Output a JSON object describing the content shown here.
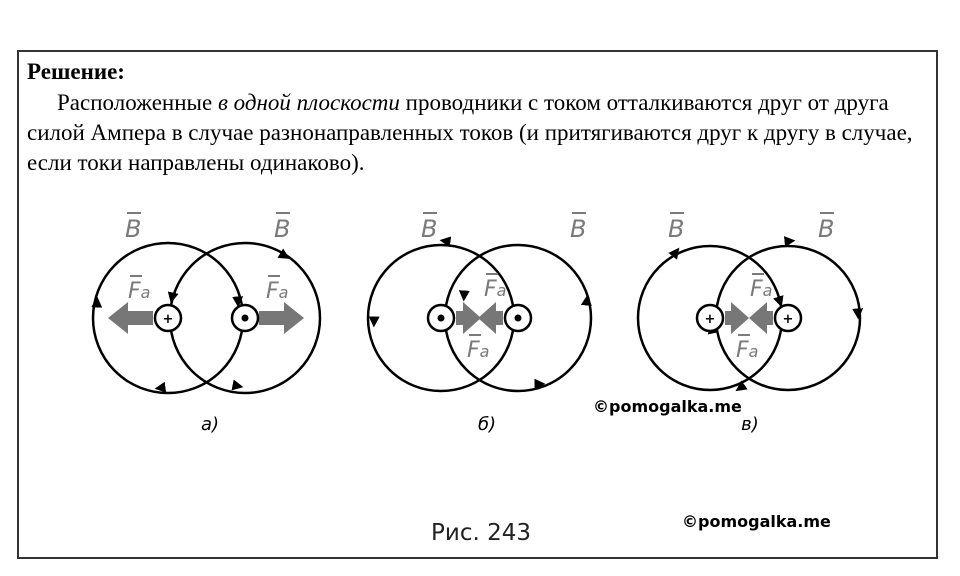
{
  "solution": {
    "heading": "Решение:",
    "text_part1": "Расположенные ",
    "text_italic": "в одной плоскости",
    "text_part2": " проводники с током отталкиваются друг от друга силой Ампера в случае разнонаправленных токов (и притягиваются друг к другу в случае, если токи направлены одинаково)."
  },
  "figure": {
    "field_symbol": "B",
    "force_symbol": "F",
    "force_subscript": "a",
    "current_out_symbol": "•",
    "current_in_symbol": "+",
    "panels": [
      {
        "caption": "а)",
        "left_current": "in",
        "right_current": "out",
        "forces": "repel"
      },
      {
        "caption": "б)",
        "left_current": "out",
        "right_current": "out",
        "forces": "attract"
      },
      {
        "caption": "в)",
        "left_current": "in",
        "right_current": "in",
        "forces": "attract"
      }
    ],
    "figure_caption": "Рис. 243",
    "watermark_inner": "©pomogalka.me",
    "watermark_bottom": "©pomogalka.me"
  },
  "colors": {
    "lines": "#000000",
    "labels_gray": "#7a7a7a",
    "force_arrow": "#777777"
  }
}
